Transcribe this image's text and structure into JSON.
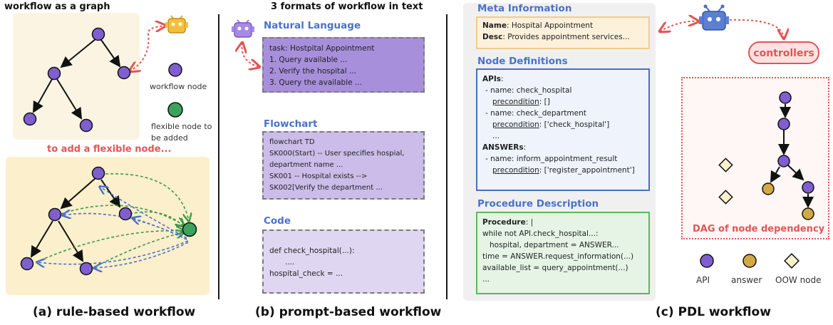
{
  "panel_a": {
    "graph_title": "workflow as a graph",
    "legend_workflow_node": "workflow node",
    "legend_flexible_node_1": "flexible node to",
    "legend_flexible_node_2": "be added",
    "add_flexible_node": "to add a flexible node...",
    "caption": "(a) rule-based workflow"
  },
  "panel_b": {
    "title": "3 formats of workflow in text",
    "natural_language": {
      "heading": "Natural Language",
      "lines": [
        "task: Hostpital Appointment",
        "1. Query available ...",
        "2. Verify the hospital ...",
        "3. Query the available ..."
      ]
    },
    "flowchart": {
      "heading": "Flowchart",
      "lines": [
        "flowchart TD",
        "SK000(Start) -- User specifies hospial,",
        "department name ...",
        "SK001 -- Hospital exists -->",
        "SK002[Verify the department ..."
      ]
    },
    "code": {
      "heading": "Code",
      "lines": [
        "def check_hospital(...):",
        "  ....",
        "hospital_check = ..."
      ]
    },
    "caption": "(b) prompt-based workflow"
  },
  "panel_c": {
    "meta": {
      "heading": "Meta Information",
      "name_key": "Name",
      "name_val": ": Hospital Appointment",
      "desc_key": "Desc",
      "desc_val": ": Provides appointment services..."
    },
    "nodes": {
      "heading": "Node Definitions",
      "apis_key": "APIs",
      "apis_colon": ":",
      "api1_name": "- name: check_hospital",
      "precondition": "precondition",
      "api1_pre": ": []",
      "api2_name": "- name: check_department",
      "api2_pre": ": ['check_hospital']",
      "ellipsis": "...",
      "answers_key": "ANSWERs",
      "answers_colon": ":",
      "ans1_name": "- name: inform_appointment_result",
      "ans1_pre": ": ['register_appointment']"
    },
    "procedure": {
      "heading": "Procedure Description",
      "proc_key": "Procedure",
      "proc_val": ": |",
      "lines": [
        "while not API.check_hospital...:",
        "  hospital, department = ANSWER...",
        "time = ANSWER.request_information(...)",
        "available_list = query_appointment(...)",
        "..."
      ]
    },
    "controllers": "controllers",
    "dag_label": "DAG of node dependency",
    "legend": {
      "api": "API",
      "answer": "answer",
      "oow": "OOW node"
    },
    "caption": "(c) PDL workflow"
  },
  "colors": {
    "node_purple": "#7f5fd0",
    "node_green": "#3aa35c",
    "node_gold": "#d2aa45",
    "accent_blue": "#4a72c9",
    "accent_red": "#e05656"
  }
}
